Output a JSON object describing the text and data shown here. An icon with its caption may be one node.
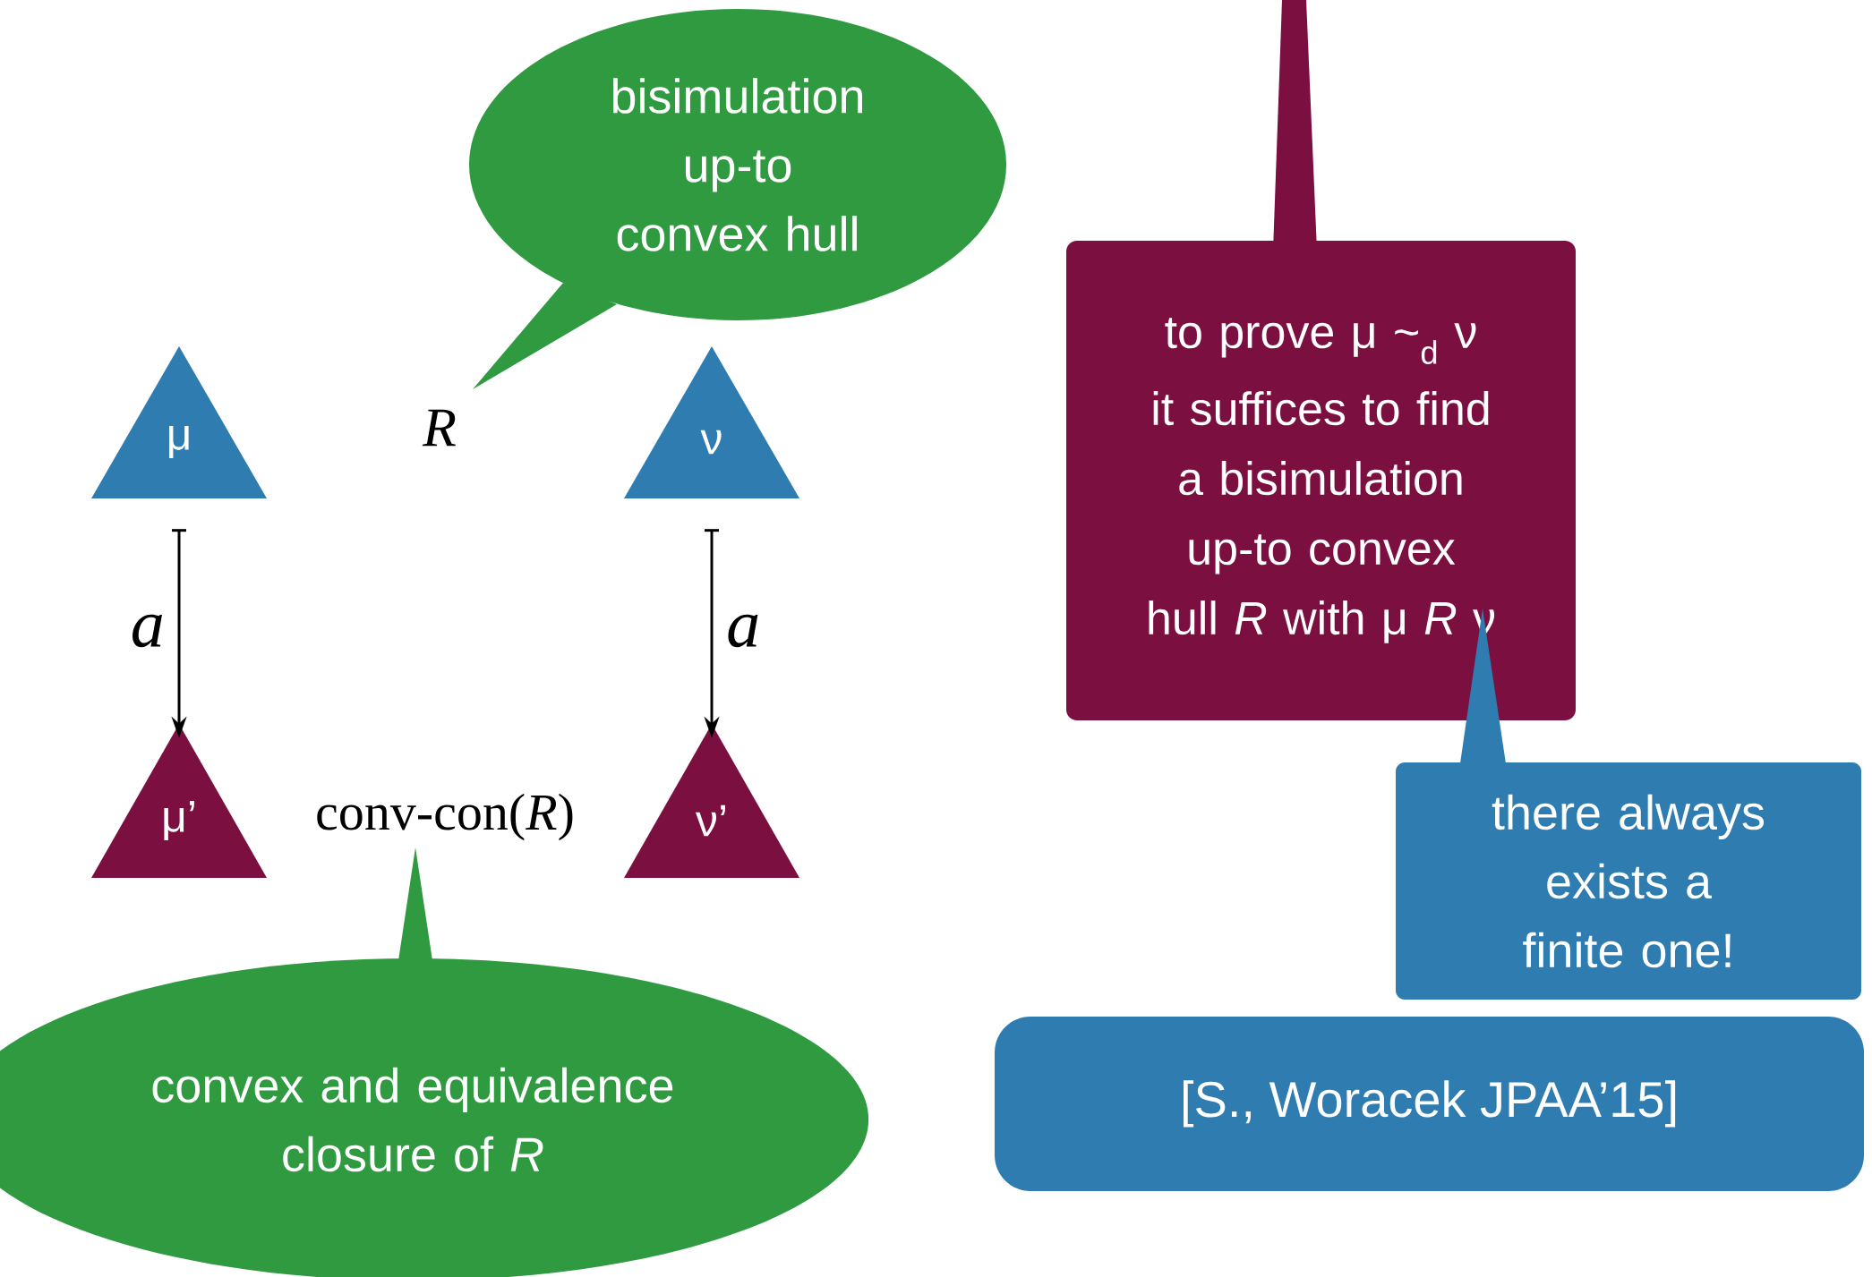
{
  "diagram": {
    "nodes": [
      {
        "text": [
          "bisimulation up-to convex hull"
        ]
      },
      {
        "text": [
          "to prove μ ~$_{d}$ ν",
          "it suffices to find a bisimulation up-to convex hull *R* with μ *R* ν"
        ]
      },
      {
        "text": [
          "μ"
        ]
      },
      {
        "text": [
          "ν"
        ]
      },
      {
        "text": [
          "there always exists a finite one!"
        ]
      },
      {
        "text": [
          "μ’"
        ]
      },
      {
        "text": [
          "ν’"
        ]
      },
      {
        "text": [
          "convex and equivalence closure of *R*"
        ]
      },
      {
        "text": [
          "[S., Woracek JPAA’15]"
        ]
      }
    ],
    "edges": [
      {
        "from": 2,
        "to": 5,
        "arrow": "to",
        "label": "a"
      },
      {
        "from": 3,
        "to": 6,
        "arrow": "to",
        "label": "a"
      }
    ],
    "labels": [
      "R",
      "conv-con(*R*)"
    ]
  }
}
